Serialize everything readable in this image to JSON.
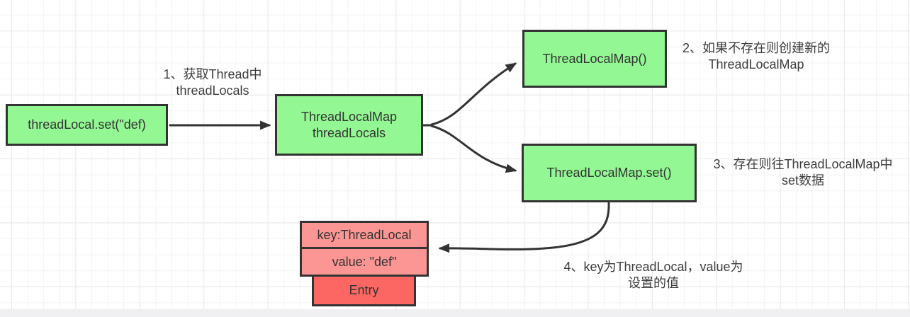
{
  "nodes": {
    "threadlocal_set": {
      "label": "threadLocal.set(\"def)"
    },
    "threadlocals": {
      "line1": "ThreadLocalMap",
      "line2": "threadLocals"
    },
    "threadlocalmap_ctor": {
      "label": "ThreadLocalMap()"
    },
    "threadlocalmap_set": {
      "label": "ThreadLocalMap.set()"
    },
    "entry_key": {
      "label": "key:ThreadLocal"
    },
    "entry_value": {
      "label": "value: \"def\""
    },
    "entry": {
      "label": "Entry"
    }
  },
  "annotations": {
    "step1": {
      "line1": "1、获取Thread中",
      "line2": "threadLocals"
    },
    "step2": {
      "line1": "2、如果不存在则创建新的",
      "line2": "ThreadLocalMap"
    },
    "step3": {
      "line1": "3、存在则往ThreadLocalMap中",
      "line2": "set数据"
    },
    "step4": {
      "line1": "4、key为ThreadLocal，value为",
      "line2": "设置的值"
    }
  },
  "colors": {
    "node_green": "#93f793",
    "node_pink": "#fb9694",
    "node_red": "#fd6763",
    "node_border": "#333333",
    "node_text": "#333333",
    "annotation_text": "#3d3d3d",
    "arrow": "#333333",
    "grid_minor": "#f3f3f3",
    "grid_major": "#e9e9e9",
    "canvas_bg": "#ffffff",
    "bottom_strip": "#f0f0f2"
  }
}
